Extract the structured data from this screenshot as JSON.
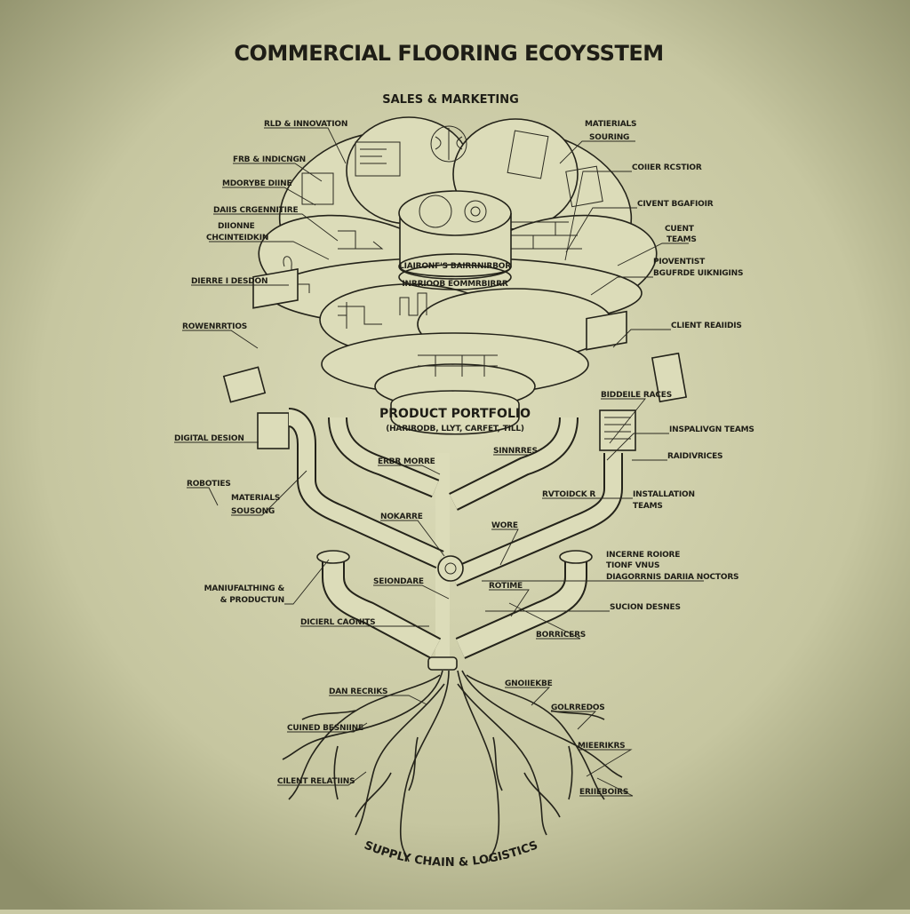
{
  "title": "COMMERCIAL FLOORING ECOYSSTEM",
  "top_label": "SALES & MARKETING",
  "bottom_label": "SUPPLY CHAIN & LOGISTICS",
  "center": {
    "title": "PRODUCT PORTFOLIO",
    "subtitle": "(HARIRODB, LLYT, CARFET, TILL)",
    "drum_label_1": "LIAIRONF'S BAIRRNIRBOR",
    "drum_label_2": "INRRIOOB EOMMRBIRRR"
  },
  "left_labels": [
    "RLD & INNOVATION",
    "FRB & INDICNGN",
    "MDORYBE DIINE",
    "DAIIS CRGENNITIRE",
    "DIIONNE",
    "CHCINTEIDKIN",
    "DIERRE I DESDON",
    "ROWENRRTIOS",
    "DIGITAL DESION",
    "ROBOTIES",
    "MATERIALS",
    "SOUSONG",
    "MANIUFALTHING &",
    "& PRODUCTUN",
    "DICIERL CAONITS",
    "ERBR MORRE",
    "NOKARRE",
    "SEIONDARE"
  ],
  "right_labels": [
    "MATIERIALS",
    "SOURING",
    "COIIER RCSTIOR",
    "CIVENT BGAFIOIR",
    "CUENT",
    "TEAMS",
    "PIOVENTIST",
    "BGUFRDE UIKNIGINS",
    "CLIENT REAIIDIS",
    "BIDDEILE RACES",
    "INSPALIVGN TEAMS",
    "RAIDIVRICES",
    "SINNRRES",
    "RVTOIDCK R",
    "INSTALLATION",
    "TEAMS",
    "WORE",
    "INCERNE ROIORE",
    "TIONF VNUS",
    "DIAGORRNIS DARIIA NOCTORS",
    "ROTIME",
    "SUCION DESNES",
    "BORRICERS"
  ],
  "root_labels": [
    "DAN RECRIKS",
    "CUINED BESNIINE",
    "CILENT RELATIINS",
    "GNOIIEKBE",
    "GOLRREDOS",
    "MIEERIKRS",
    "ERIIEBOIRS"
  ],
  "colors": {
    "background": "#c9c9a4",
    "ink": "#24231a",
    "fill": "#dcdcb9"
  }
}
